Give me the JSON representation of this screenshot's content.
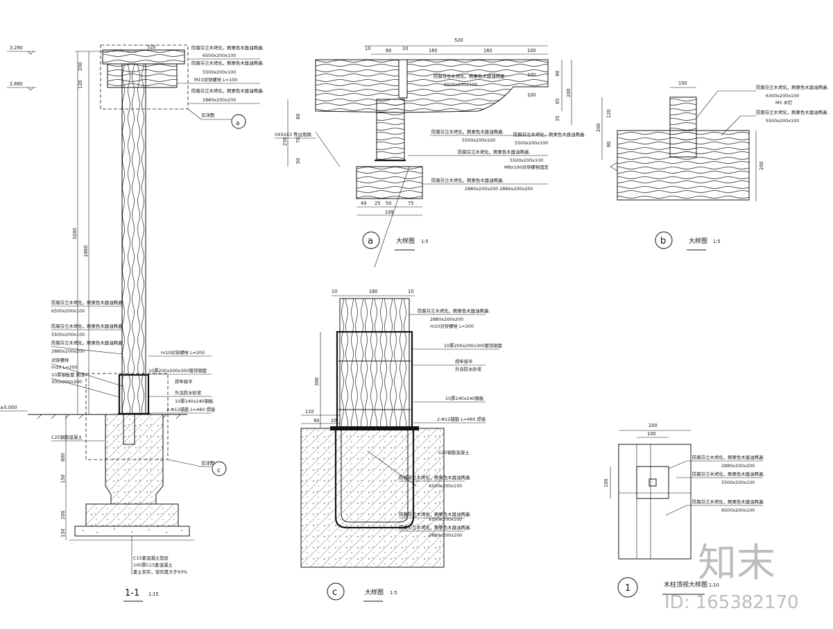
{
  "watermark": {
    "logo": "知末",
    "id": "ID: 165382170"
  },
  "elev": {
    "top1": "3.290",
    "top2": "2.880",
    "zero": "±0.000"
  },
  "section11": {
    "title": "1-1",
    "scale": "1:15",
    "dims": [
      "520",
      "200",
      "120",
      "3200",
      "2880",
      "800",
      "150",
      "200",
      "150"
    ],
    "notes": [
      "防腐芬兰木烤化，刷栗色木器油两遍.",
      "6500x200x100",
      "防腐芬兰木烤化，刷栗色木器油两遍.",
      "5500x200x100",
      "M10对穿螺栓 L=100",
      "防腐芬兰木烤化，刷栗色木器油两遍.",
      "2880x200x200"
    ],
    "see_a": "见详图",
    "left_notes": [
      "防腐芬兰木烤化，刷栗色木器油两遍",
      "6500x200x100",
      "防腐芬兰木烤化，刷栗色木器油两遍",
      "5500x200x100",
      "防腐芬兰木烤化，刷栗色木器油两遍",
      "2880x200x200",
      "对穿螺栓",
      "m10 L=200",
      "10厚钢板套 刷漆",
      "300x200x200"
    ],
    "mid_notes": [
      "m10对穿螺栓 L=200",
      "10厚200x200x300镀锌钢套",
      "焊牢抹平",
      "外涂防水砂浆",
      "10厚240x240钢板",
      "2-Φ12锚筋 L=460 焊接"
    ],
    "see_c": "见详图",
    "bottom_notes": [
      "C25钢筋混凝土",
      "C15素混凝土垫层",
      "100厚C15素混凝土",
      "素土夯实，密实度大于93%"
    ]
  },
  "detailA": {
    "label": "a",
    "title": "大样图",
    "scale": "1:5",
    "dims_top": [
      "520",
      "10",
      "80",
      "10",
      "160",
      "160",
      "100"
    ],
    "dims_right": [
      "80",
      "200",
      "85",
      "35"
    ],
    "dims_left": [
      "80",
      "250",
      "70",
      "50"
    ],
    "dims_right2": [
      "100",
      "100"
    ],
    "dims_bottom": [
      "49",
      "25",
      "50",
      "75",
      "199"
    ],
    "notes": [
      "防腐芬兰木烤化，刷栗色木器油两遍.",
      "6500x200x100",
      "防腐芬兰木烤化，刷栗色木器油两遍.",
      "5500x200x100",
      "防腐芬兰木烤化，刷栗色木器油两遍.",
      "5500x200x100",
      "防腐芬兰木烤化，刷栗色木器油两遍.",
      "5500x200x100",
      "M8x100对穿螺栓固定",
      "防腐芬兰木烤化，刷栗色木器油两遍.",
      "2880x200x200  2880x200x200"
    ],
    "left_note": "0X50X3 等边角钢"
  },
  "detailB": {
    "label": "b",
    "title": "大样图",
    "scale": "1:5",
    "dims": [
      "100",
      "120",
      "200",
      "80",
      "200"
    ],
    "notes": [
      "防腐芬兰木烤化，刷栗色木器油两遍.",
      "6300x200x100",
      "M5 木钉",
      "防腐芬兰木烤化，刷栗色木器油两遍.",
      "5500x200x100"
    ]
  },
  "detailC": {
    "label": "c",
    "title": "大样图",
    "scale": "1:5",
    "dims_top": [
      "10",
      "180",
      "10"
    ],
    "dims_left": [
      "300",
      "110",
      "90",
      "20"
    ],
    "notes": [
      "防腐芬兰木烤化，刷栗色木器油两遍.",
      "2880x200x200",
      "m10对穿螺栓 L=200",
      "10厚200x200x300镀锌钢套",
      "焊牢抹平",
      "外涂防水砂浆",
      "10厚240x240钢板",
      "2-Φ12锚筋 L=460 焊接",
      "C25钢筋混凝土",
      "防腐芬兰木烤化，刷栗色木器油两遍.",
      "6500x200x100",
      "防腐芬兰木烤化，刷栗色木器油两遍.",
      "5500x200x100",
      "防腐芬兰木烤化，刷栗色木器油两遍.",
      "2880x200x200"
    ]
  },
  "detail1": {
    "label": "1",
    "title": "木柱顶视大样图",
    "scale": "1:10",
    "dims": [
      "200",
      "100",
      "100"
    ],
    "notes": [
      "防腐芬兰木烤化，刷栗色木器油两遍.",
      "2880x200x200",
      "防腐芬兰木烤化，刷栗色木器油两遍.",
      "5500x200x100",
      "防腐芬兰木烤化，刷栗色木器油两遍.",
      "6500x200x100"
    ]
  }
}
